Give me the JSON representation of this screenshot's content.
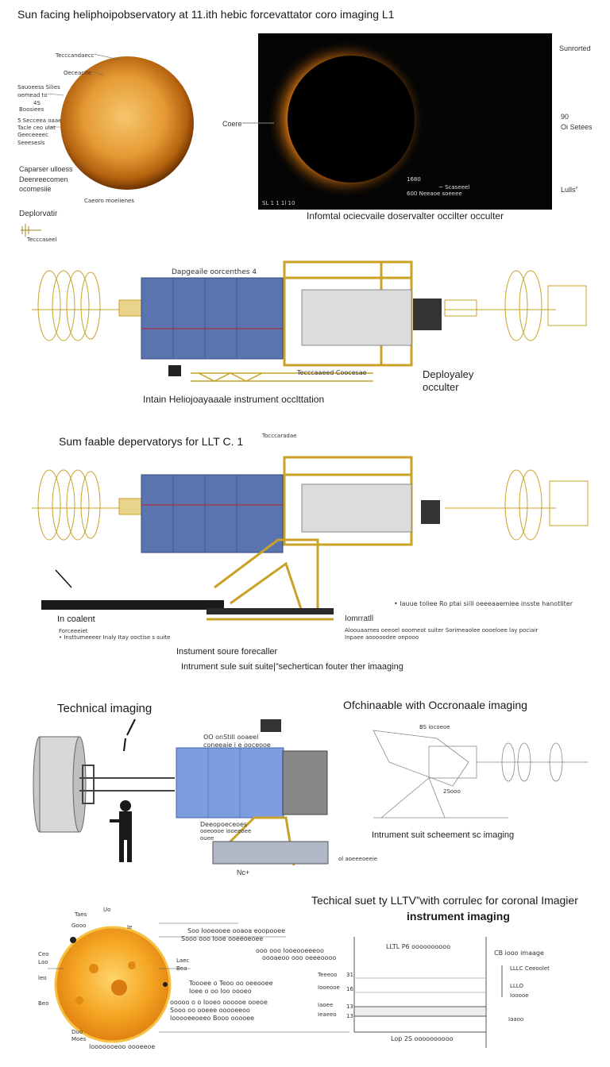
{
  "header": {
    "title": "Sun facing heliphoipobservatory at 11.ith hebic forcevattator coro imaging L1"
  },
  "section1": {
    "sun_labels": [
      "Tecccandaecc",
      "Oeceacite",
      "Sauoeess Silies",
      "oemead to",
      "4S",
      "Boosiees",
      "5 Secceea oaae",
      "Tacle ceo ulat",
      "Geeceeeec",
      "Seeesesls",
      "Caparser ulloess",
      "Deenreecomen",
      "ocomesiie",
      "Caeoro moeiienes"
    ],
    "corona_left_label": "Coere",
    "right_labels": [
      "Sunrorted",
      "90",
      "Oi Setees",
      "Lulls”"
    ],
    "image_readouts": [
      "1680",
      "~ Scaseeel",
      "600 Neeaoe soeeee",
      "SL 1 1 1l 10"
    ],
    "image_caption": "Infomtal ociecvaile doservalter occilter occulter",
    "deploy_label": "Deplorvatir",
    "deploy_sublabel": "Tecccaseel"
  },
  "section2": {
    "top_label": "Dapgeaile oorcenthes 4",
    "mid_label": "Tecccaaeed Coocesae",
    "deploy_label_1": "Deployaley",
    "deploy_label_2": "occulter",
    "caption": "Intain Heliojoayaaale instrument occlttation"
  },
  "section3": {
    "title": "Sum faable depervatorys for LLT C. 1",
    "top_label": "Tocccaradae",
    "note_right": "• Iauue toliee Ro ptai siill oeeeaaemiee  insste hanotliter",
    "left_label_1": "In coalent",
    "left_label_2": "Forceeeiet",
    "left_label_3": "• Insttumeeeer  Inaly Itay ooctise s suite",
    "center_label": "Instument  soure forecaller",
    "right_label_1": "Iomrratll",
    "right_label_2": "Aloouaarnes oeeoel  ooomeot suiter  Sorimeaolee oooeloee lay pociair",
    "right_label_3": "Inpaee aooooodee onpooo",
    "caption": "Intrument sule  suit  suite|”sechertican fouter ther imaaging"
  },
  "section4": {
    "title_left": "Technical imaging",
    "title_right": "Ofchinaable with Occronaale imaging",
    "top_label": "OO onStill ooaeel",
    "top_label_2": "coneeaie i e ooceooe",
    "left_label_1": "Deeopoeceoes",
    "left_label_2": "ooeoooe iooeeoee",
    "left_label_3": "ouee",
    "small_right_label": "ol aoeeeoeeie",
    "bottom_label": "Nc+",
    "right_top_label": "BS iocoeoe",
    "right_mid_label": "2Sooo",
    "right_caption": "Intrument suit scheement  sc imaging"
  },
  "section5": {
    "title_1": "Techical suet ty LLTV”with corrulec for coronal Imagier",
    "title_2": "instrument imaging",
    "sun_labels": [
      "Taes",
      "Uo",
      "Gooo",
      "Ie",
      "Ceo",
      "Lao",
      "leo",
      "Laec",
      "Bea",
      "Beo",
      "Duo",
      "Moes"
    ],
    "mid_labels": [
      "Soo Iooeooee ooaoa eoopooee",
      "Sooo ooo  Iooe ooeeoeoee",
      "ooo ooo Iooeooeeeoo",
      "oooaeoo  ooo oeeeoooo",
      "Toooee o Teoo  oo oeeooee",
      "Ioee o oo Ioo oooeo",
      "ooooo o o Iooeo oooooe ooeoe",
      "Sooo oo ooeee ooooeeoo",
      "Iooooeeoeeo Booo ooooee"
    ],
    "bottom_sun_label": "Iooooooeoo oooeeoe",
    "chart_title": "LLTL P6 oooooooooo",
    "chart_right_title": "CB iooo imaage",
    "chart_right_labels": [
      "LLLC   Ceeoolet",
      "LLLO",
      "Iooooe",
      "Iaaoo"
    ],
    "chart_y_ticks": [
      "31",
      "16",
      "13",
      "13"
    ],
    "chart_y_labels": [
      "Teeeoo",
      "Iooeooe",
      "Iaoee",
      "Ieaeeo"
    ],
    "chart_x_label": "Lop  2S oooooooooo"
  },
  "colors": {
    "sun_core": "#f2b24a",
    "sun_edge": "#7a3c06",
    "panel_blue": "#5a74b0",
    "gold": "#c9a227",
    "corona": "#f4a020"
  },
  "icons": [
    "arrow-icon"
  ]
}
